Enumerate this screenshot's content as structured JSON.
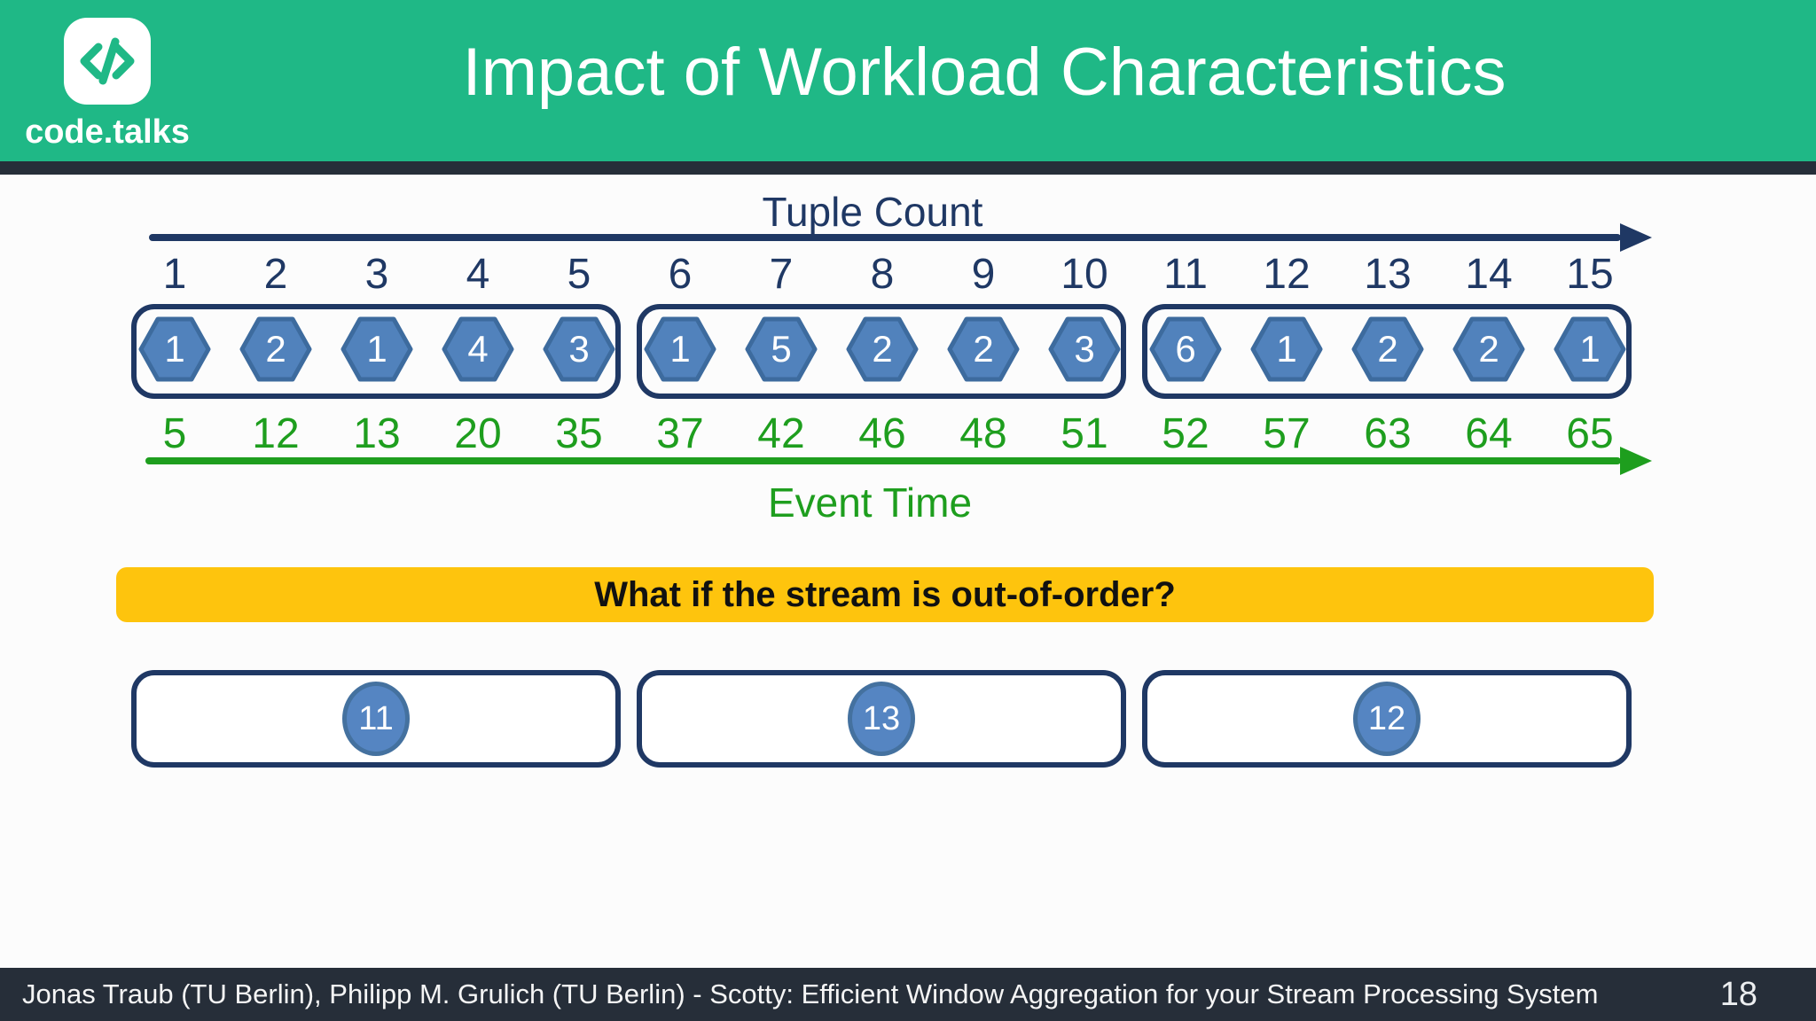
{
  "header": {
    "logo_text": "code.talks",
    "title": "Impact of Workload Characteristics"
  },
  "diagram": {
    "tuple_axis_label": "Tuple Count",
    "event_axis_label": "Event Time",
    "tuple_counts": [
      "1",
      "2",
      "3",
      "4",
      "5",
      "6",
      "7",
      "8",
      "9",
      "10",
      "11",
      "12",
      "13",
      "14",
      "15"
    ],
    "event_times": [
      "5",
      "12",
      "13",
      "20",
      "35",
      "37",
      "42",
      "46",
      "48",
      "51",
      "52",
      "57",
      "63",
      "64",
      "65"
    ],
    "windows": [
      {
        "hexagons": [
          "1",
          "2",
          "1",
          "4",
          "3"
        ]
      },
      {
        "hexagons": [
          "1",
          "5",
          "2",
          "2",
          "3"
        ]
      },
      {
        "hexagons": [
          "6",
          "1",
          "2",
          "2",
          "1"
        ]
      }
    ]
  },
  "banner": {
    "text": "What if the stream is out-of-order?"
  },
  "out_of_order_windows": [
    {
      "value": "11"
    },
    {
      "value": "13"
    },
    {
      "value": "12"
    }
  ],
  "footer": {
    "credits": "Jonas Traub (TU Berlin), Philipp M. Grulich (TU Berlin) - Scotty: Efficient Window Aggregation for your Stream Processing System",
    "page_number": "18"
  },
  "colors": {
    "header_green": "#1fb886",
    "navy": "#1f3864",
    "hexagon_fill": "#5182bc",
    "hexagon_border": "#3d6b9e",
    "event_green": "#1e9e1e",
    "banner_yellow": "#fec40d",
    "footer_dark": "#262e39",
    "circle_fill": "#5585c2"
  }
}
